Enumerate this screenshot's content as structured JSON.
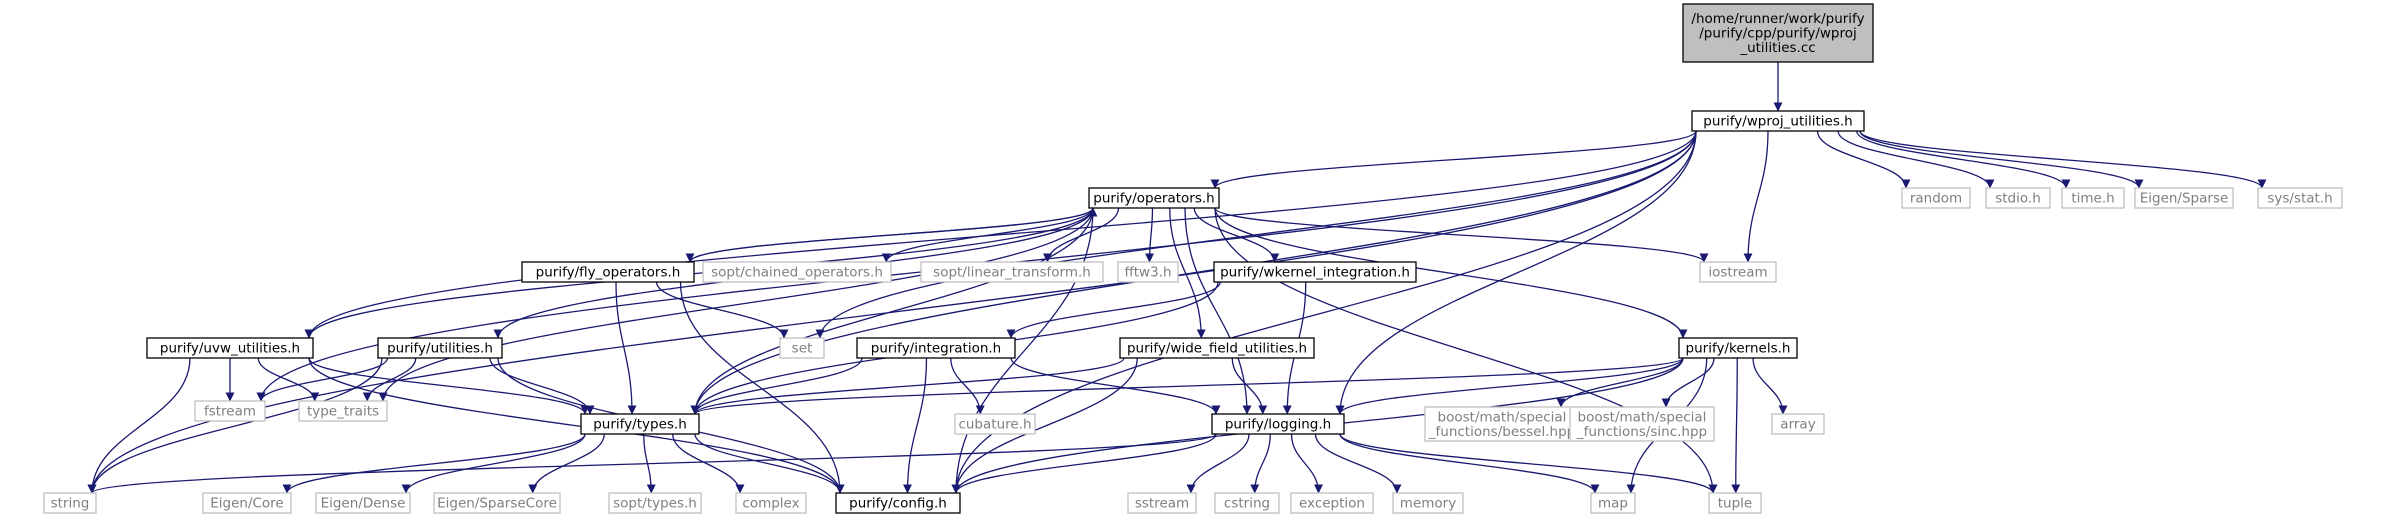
{
  "colors": {
    "edge": "#191970",
    "box_border": "#000000",
    "external_border": "#bfbfbf",
    "root_fill": "#bfbfbf",
    "text": "#000000",
    "external_text": "#7f7f7f"
  },
  "nodes": {
    "root": {
      "lines": [
        "/home/runner/work/purify",
        "/purify/cpp/purify/wproj",
        "_utilities.cc"
      ],
      "kind": "root"
    },
    "wproj": {
      "lines": [
        "purify/wproj_utilities.h"
      ],
      "kind": "doc"
    },
    "operators": {
      "lines": [
        "purify/operators.h"
      ],
      "kind": "doc"
    },
    "random": {
      "lines": [
        "random"
      ],
      "kind": "ext"
    },
    "stdio": {
      "lines": [
        "stdio.h"
      ],
      "kind": "ext"
    },
    "time": {
      "lines": [
        "time.h"
      ],
      "kind": "ext"
    },
    "eigen_sparse": {
      "lines": [
        "Eigen/Sparse"
      ],
      "kind": "ext"
    },
    "sysstat": {
      "lines": [
        "sys/stat.h"
      ],
      "kind": "ext"
    },
    "fly": {
      "lines": [
        "purify/fly_operators.h"
      ],
      "kind": "doc"
    },
    "chained": {
      "lines": [
        "sopt/chained_operators.h"
      ],
      "kind": "ext"
    },
    "linear": {
      "lines": [
        "sopt/linear_transform.h"
      ],
      "kind": "ext"
    },
    "fftw3": {
      "lines": [
        "fftw3.h"
      ],
      "kind": "ext"
    },
    "wkernel": {
      "lines": [
        "purify/wkernel_integration.h"
      ],
      "kind": "doc"
    },
    "iostream": {
      "lines": [
        "iostream"
      ],
      "kind": "ext"
    },
    "uvw": {
      "lines": [
        "purify/uvw_utilities.h"
      ],
      "kind": "doc"
    },
    "utilities": {
      "lines": [
        "purify/utilities.h"
      ],
      "kind": "doc"
    },
    "set": {
      "lines": [
        "set"
      ],
      "kind": "ext"
    },
    "integration": {
      "lines": [
        "purify/integration.h"
      ],
      "kind": "doc"
    },
    "widefield": {
      "lines": [
        "purify/wide_field_utilities.h"
      ],
      "kind": "doc"
    },
    "kernels": {
      "lines": [
        "purify/kernels.h"
      ],
      "kind": "doc"
    },
    "fstream": {
      "lines": [
        "fstream"
      ],
      "kind": "ext"
    },
    "typetraits": {
      "lines": [
        "type_traits"
      ],
      "kind": "ext"
    },
    "types": {
      "lines": [
        "purify/types.h"
      ],
      "kind": "doc"
    },
    "cubature": {
      "lines": [
        "cubature.h"
      ],
      "kind": "ext"
    },
    "logging": {
      "lines": [
        "purify/logging.h"
      ],
      "kind": "doc"
    },
    "bessel": {
      "lines": [
        "boost/math/special",
        "_functions/bessel.hpp"
      ],
      "kind": "ext"
    },
    "sinc": {
      "lines": [
        "boost/math/special",
        "_functions/sinc.hpp"
      ],
      "kind": "ext"
    },
    "array": {
      "lines": [
        "array"
      ],
      "kind": "ext"
    },
    "string": {
      "lines": [
        "string"
      ],
      "kind": "ext"
    },
    "eigen_core": {
      "lines": [
        "Eigen/Core"
      ],
      "kind": "ext"
    },
    "eigen_dense": {
      "lines": [
        "Eigen/Dense"
      ],
      "kind": "ext"
    },
    "eigen_sparsecore": {
      "lines": [
        "Eigen/SparseCore"
      ],
      "kind": "ext"
    },
    "sopt_types": {
      "lines": [
        "sopt/types.h"
      ],
      "kind": "ext"
    },
    "complex": {
      "lines": [
        "complex"
      ],
      "kind": "ext"
    },
    "config": {
      "lines": [
        "purify/config.h"
      ],
      "kind": "doc"
    },
    "sstream": {
      "lines": [
        "sstream"
      ],
      "kind": "ext"
    },
    "cstring": {
      "lines": [
        "cstring"
      ],
      "kind": "ext"
    },
    "exception": {
      "lines": [
        "exception"
      ],
      "kind": "ext"
    },
    "memory": {
      "lines": [
        "memory"
      ],
      "kind": "ext"
    },
    "map": {
      "lines": [
        "map"
      ],
      "kind": "ext"
    },
    "tuple": {
      "lines": [
        "tuple"
      ],
      "kind": "ext"
    }
  },
  "edges": [
    [
      "root",
      "wproj"
    ],
    [
      "wproj",
      "operators"
    ],
    [
      "wproj",
      "random"
    ],
    [
      "wproj",
      "stdio"
    ],
    [
      "wproj",
      "time"
    ],
    [
      "wproj",
      "eigen_sparse"
    ],
    [
      "wproj",
      "sysstat"
    ],
    [
      "wproj",
      "iostream"
    ],
    [
      "wproj",
      "uvw"
    ],
    [
      "wproj",
      "types"
    ],
    [
      "wproj",
      "string"
    ],
    [
      "wproj",
      "config"
    ],
    [
      "wproj",
      "set"
    ],
    [
      "wproj",
      "logging"
    ],
    [
      "wproj",
      "fstream"
    ],
    [
      "operators",
      "fly"
    ],
    [
      "operators",
      "chained"
    ],
    [
      "operators",
      "linear"
    ],
    [
      "operators",
      "fftw3"
    ],
    [
      "operators",
      "wkernel"
    ],
    [
      "operators",
      "iostream"
    ],
    [
      "operators",
      "uvw"
    ],
    [
      "operators",
      "utilities"
    ],
    [
      "operators",
      "types"
    ],
    [
      "operators",
      "kernels"
    ],
    [
      "operators",
      "widefield"
    ],
    [
      "operators",
      "logging"
    ],
    [
      "operators",
      "config"
    ],
    [
      "operators",
      "tuple"
    ],
    [
      "operators",
      "typetraits"
    ],
    [
      "fly",
      "operators"
    ],
    [
      "fly",
      "set"
    ],
    [
      "fly",
      "types"
    ],
    [
      "fly",
      "config"
    ],
    [
      "wkernel",
      "integration"
    ],
    [
      "wkernel",
      "logging"
    ],
    [
      "wkernel",
      "types"
    ],
    [
      "uvw",
      "fstream"
    ],
    [
      "uvw",
      "typetraits"
    ],
    [
      "uvw",
      "types"
    ],
    [
      "uvw",
      "string"
    ],
    [
      "uvw",
      "config"
    ],
    [
      "utilities",
      "fstream"
    ],
    [
      "utilities",
      "typetraits"
    ],
    [
      "utilities",
      "types"
    ],
    [
      "utilities",
      "string"
    ],
    [
      "utilities",
      "config"
    ],
    [
      "integration",
      "cubature"
    ],
    [
      "integration",
      "types"
    ],
    [
      "integration",
      "logging"
    ],
    [
      "integration",
      "config"
    ],
    [
      "widefield",
      "types"
    ],
    [
      "widefield",
      "logging"
    ],
    [
      "widefield",
      "config"
    ],
    [
      "kernels",
      "bessel"
    ],
    [
      "kernels",
      "sinc"
    ],
    [
      "kernels",
      "array"
    ],
    [
      "kernels",
      "tuple"
    ],
    [
      "kernels",
      "types"
    ],
    [
      "kernels",
      "logging"
    ],
    [
      "kernels",
      "config"
    ],
    [
      "kernels",
      "map"
    ],
    [
      "types",
      "eigen_core"
    ],
    [
      "types",
      "eigen_dense"
    ],
    [
      "types",
      "eigen_sparsecore"
    ],
    [
      "types",
      "sopt_types"
    ],
    [
      "types",
      "complex"
    ],
    [
      "types",
      "config"
    ],
    [
      "logging",
      "string"
    ],
    [
      "logging",
      "sstream"
    ],
    [
      "logging",
      "cstring"
    ],
    [
      "logging",
      "exception"
    ],
    [
      "logging",
      "memory"
    ],
    [
      "logging",
      "map"
    ],
    [
      "logging",
      "tuple"
    ],
    [
      "logging",
      "config"
    ]
  ]
}
